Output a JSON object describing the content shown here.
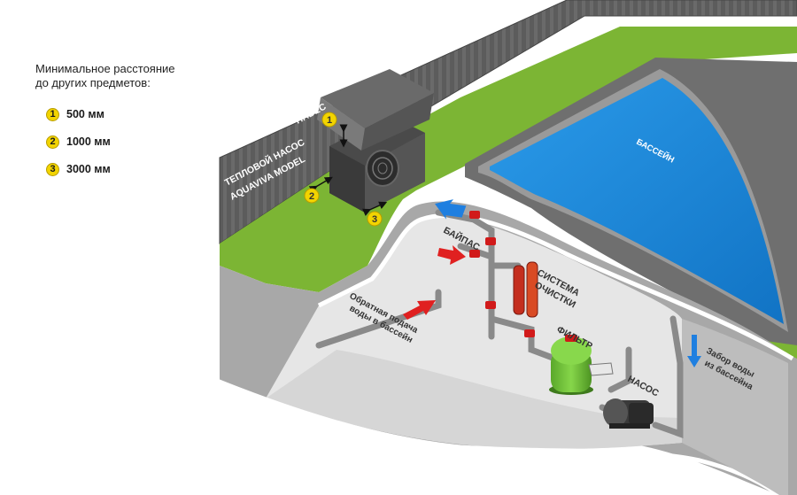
{
  "legend": {
    "title_line1": "Минимальное расстояние",
    "title_line2": "до других предметов:",
    "items": [
      {
        "num": "1",
        "text": "500 мм"
      },
      {
        "num": "2",
        "text": "1000 мм"
      },
      {
        "num": "3",
        "text": "3000 мм"
      }
    ]
  },
  "labels": {
    "canopy": "НАВЕС",
    "heat_pump_line1": "ТЕПЛОВОЙ НАСОС",
    "heat_pump_line2": "AQUAVIVA MODEL",
    "pool": "БАССЕЙН",
    "bypass": "БАЙПАС",
    "cleaning_line1": "СИСТЕМА",
    "cleaning_line2": "ОЧИСТКИ",
    "filter": "ФИЛЬТР",
    "pump": "НАСОС",
    "return_line1": "Обратная подача",
    "return_line2": "воды в бассейн",
    "intake_line1": "Забор воды",
    "intake_line2": "из бассейна"
  },
  "markers": [
    "1",
    "2",
    "3"
  ],
  "colors": {
    "grass": "#7cb534",
    "wall": "#5a5a5a",
    "pool_water": "#1e8fe0",
    "pool_edge": "#7a7a7a",
    "pipe": "#8a8a8a",
    "valve": "#d11a1a",
    "filter": "#6fc23a",
    "arrow_red": "#e02020",
    "arrow_blue": "#1f7fe0",
    "marker": "#f2d400"
  }
}
